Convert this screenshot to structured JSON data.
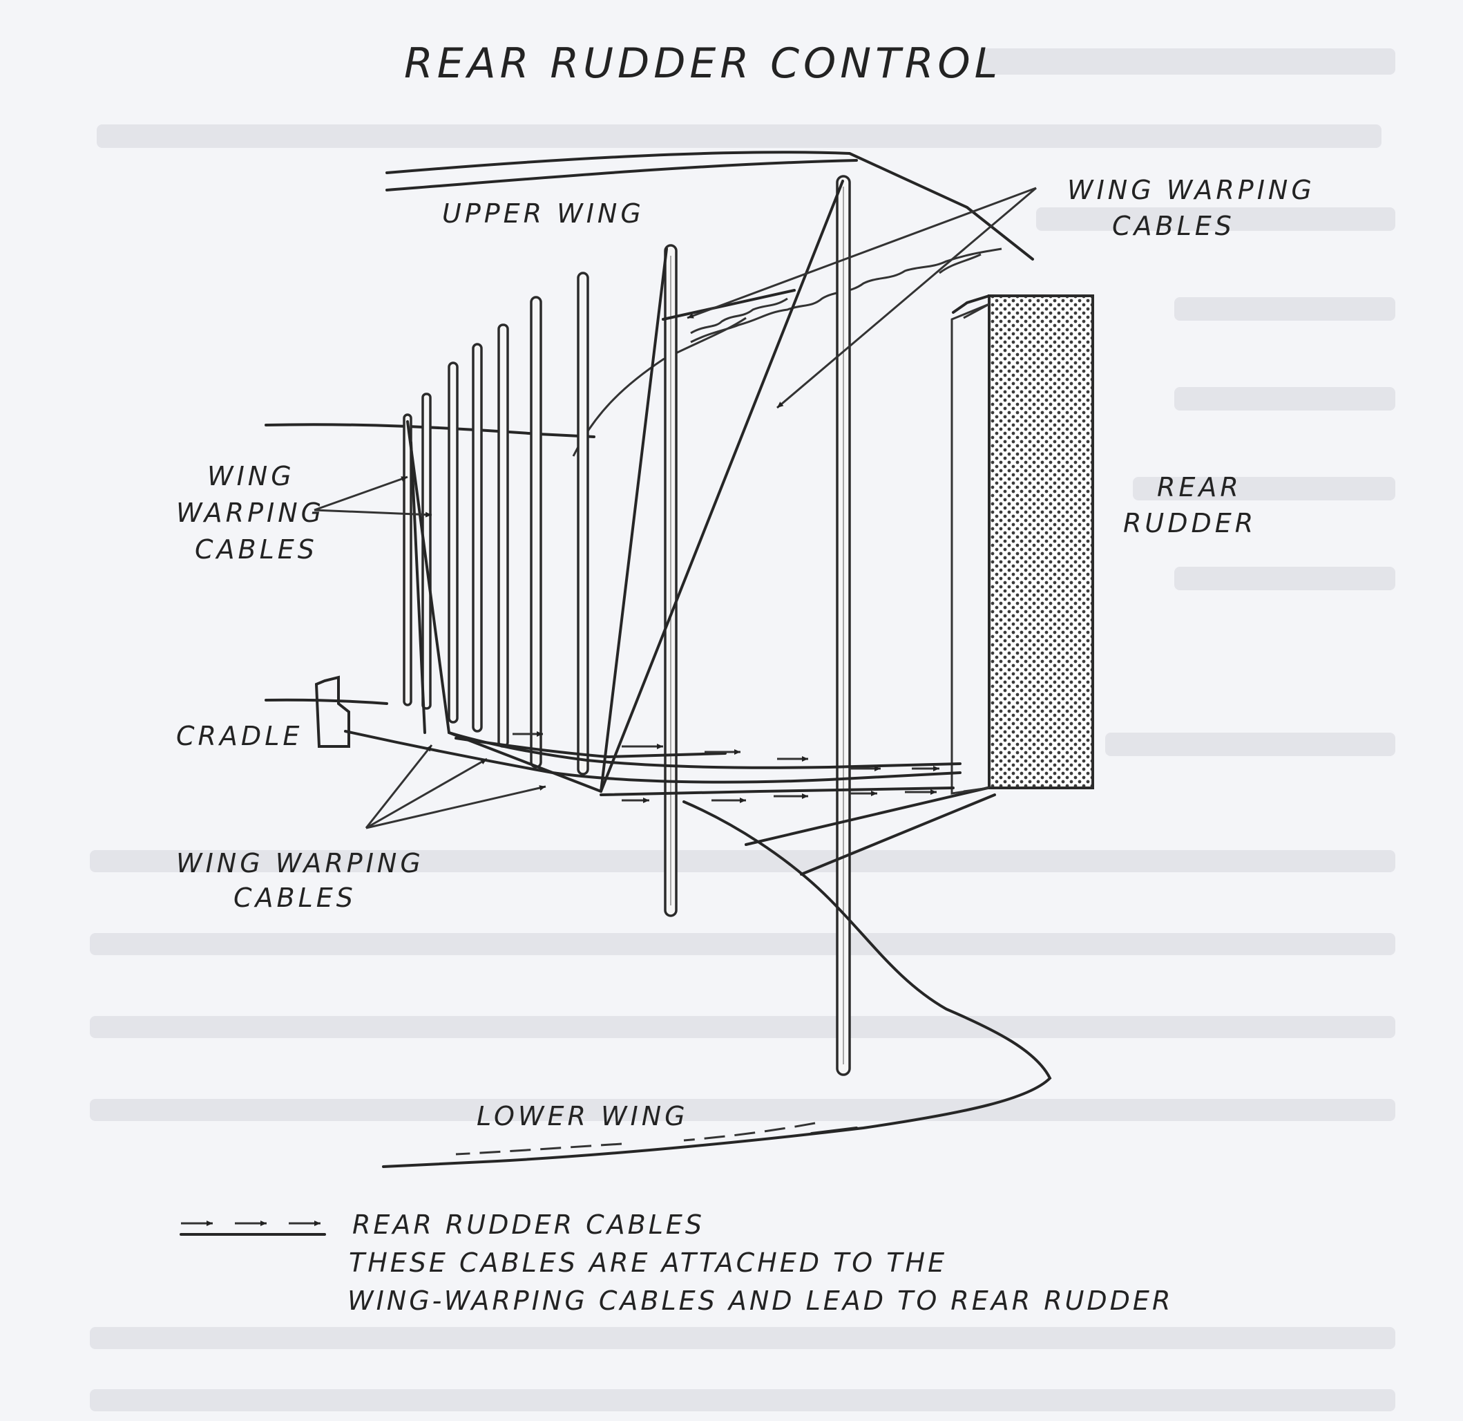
{
  "title": "REAR RUDDER CONTROL",
  "labels": {
    "upper_wing": "UPPER WING",
    "lower_wing": "LOWER WING",
    "cradle": "CRADLE",
    "rear_rudder": [
      "REAR",
      "RUDDER"
    ],
    "wing_warping_cables_top": [
      "WING WARPING",
      "CABLES"
    ],
    "wing_warping_cables_left": [
      "WING",
      "WARPING",
      "CABLES"
    ],
    "wing_warping_cables_bottom": [
      "WING WARPING",
      "CABLES"
    ]
  },
  "legend": {
    "symbol_label": "REAR RUDDER CABLES",
    "note_lines": [
      "THESE CABLES ARE ATTACHED TO THE",
      "WING-WARPING CABLES AND LEAD TO REAR RUDDER"
    ]
  }
}
